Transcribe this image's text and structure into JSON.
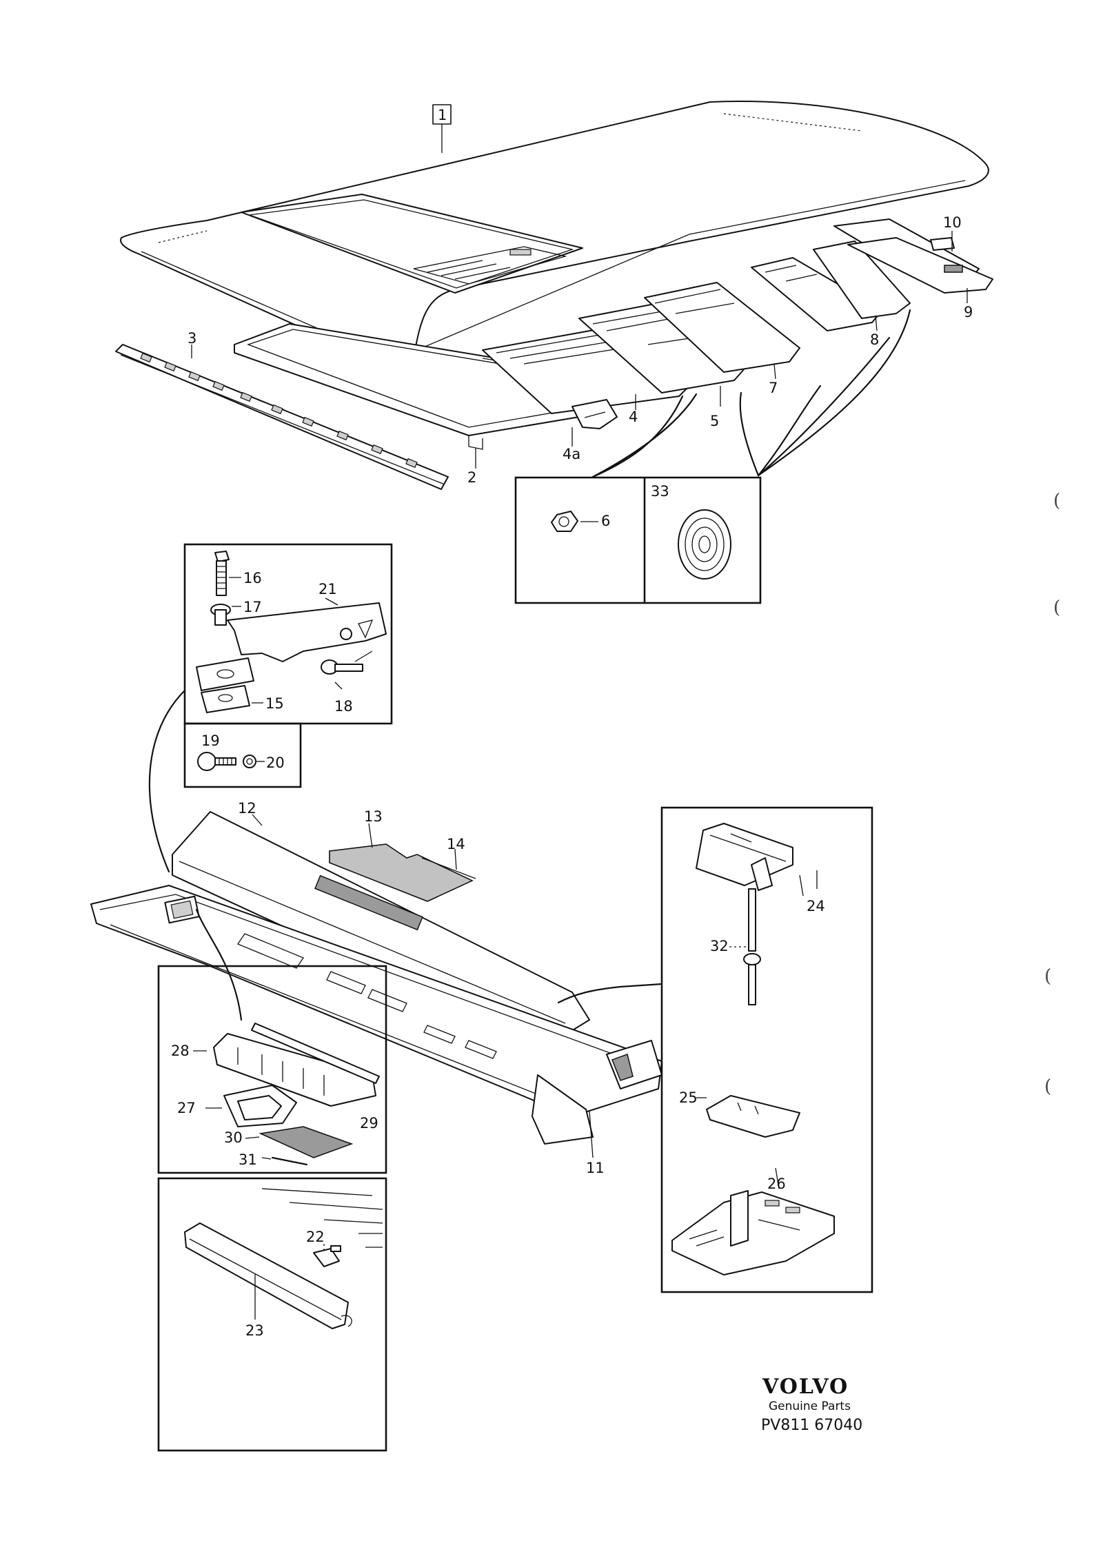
{
  "callouts": {
    "c1": "1",
    "c2": "2",
    "c3": "3",
    "c4": "4",
    "c4a": "4a",
    "c5": "5",
    "c6": "6",
    "c7": "7",
    "c8": "8",
    "c9": "9",
    "c10": "10",
    "c11": "11",
    "c12": "12",
    "c13": "13",
    "c14": "14",
    "c15": "15",
    "c16": "16",
    "c17": "17",
    "c18": "18",
    "c19": "19",
    "c20": "20",
    "c21": "21",
    "c22": "22",
    "c23": "23",
    "c24": "24",
    "c25": "25",
    "c26": "26",
    "c27": "27",
    "c28": "28",
    "c29": "29",
    "c30": "30",
    "c31": "31",
    "c32": "32",
    "c33": "33"
  },
  "brand": {
    "logo": "VOLVO",
    "tagline": "Genuine Parts",
    "code": "PV811 67040"
  },
  "margin_marks": [
    "(",
    "(",
    "(",
    "("
  ]
}
